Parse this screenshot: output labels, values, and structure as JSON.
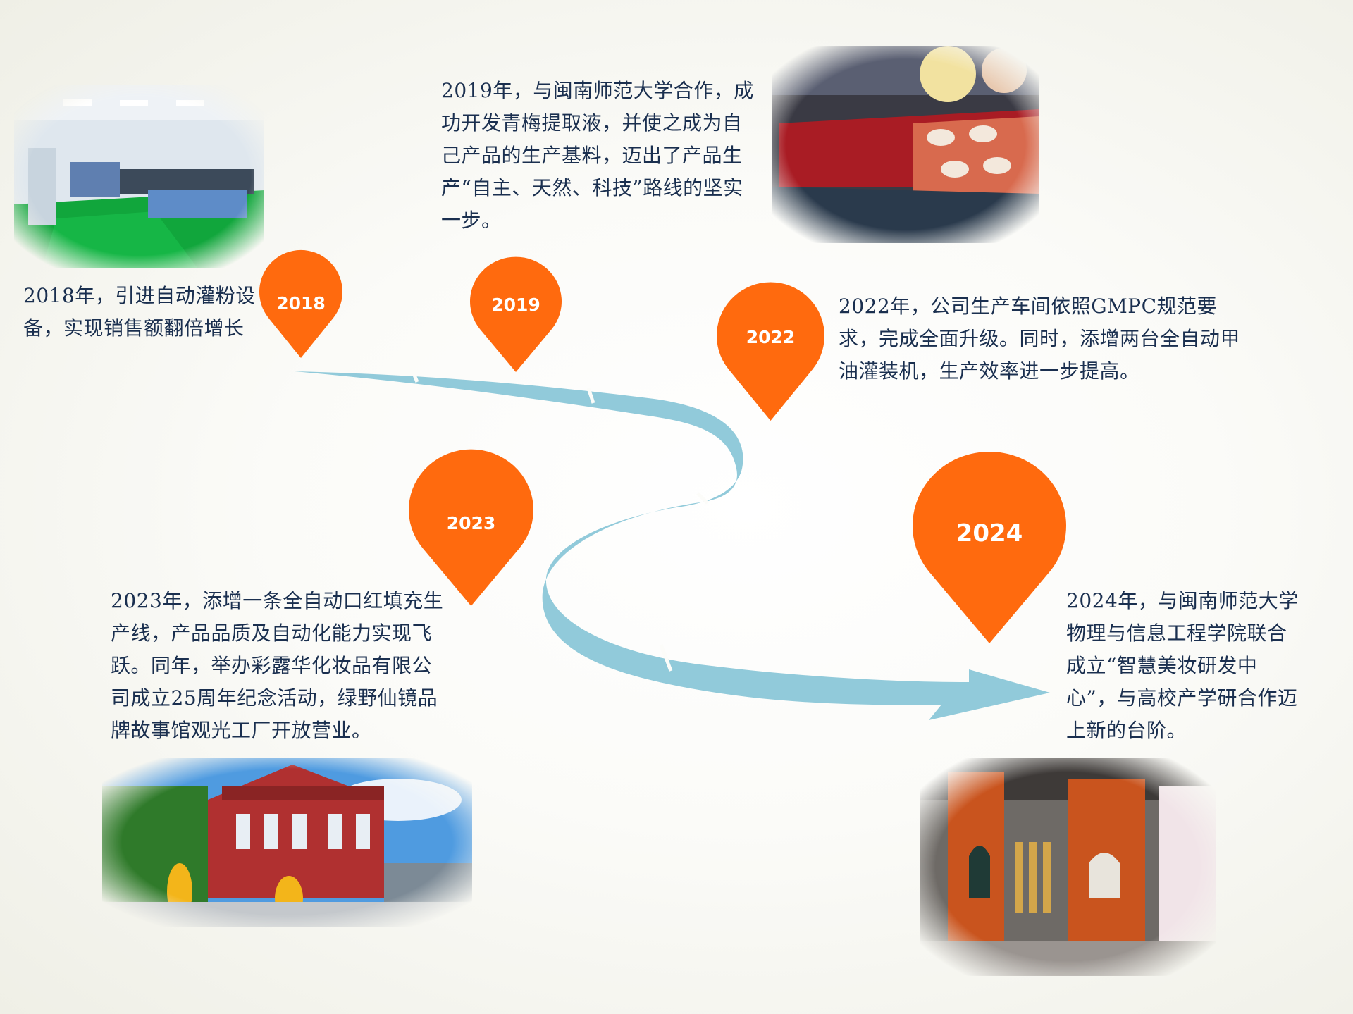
{
  "milestones": [
    {
      "year": "2018",
      "text": "2018年，引进自动灌粉设备，实现销售额翻倍增长"
    },
    {
      "year": "2019",
      "text": "2019年，与闽南师范大学合作，成功开发青梅提取液，并使之成为自己产品的生产基料，迈出了产品生产“自主、天然、科技”路线的坚实一步。"
    },
    {
      "year": "2022",
      "text": "2022年，公司生产车间依照GMPC规范要求，完成全面升级。同时，添增两台全自动甲油灌装机，生产效率进一步提高。"
    },
    {
      "year": "2023",
      "text": "2023年，添增一条全自动口红填充生产线，产品品质及自动化能力实现飞跃。同年，举办彩露华化妆品有限公司成立25周年纪念活动，绿野仙镜品牌故事馆观光工厂开放营业。"
    },
    {
      "year": "2024",
      "text": "2024年，与闽南师范大学物理与信息工程学院联合成立“智慧美妆研发中心”，与高校产学研合作迈上新的台阶。"
    }
  ],
  "colors": {
    "pin": "#ff6a0e",
    "road": "#91cada",
    "text": "#1a2f4f"
  },
  "photos": [
    "laboratory-photo",
    "cosmetics-display-photo",
    "factory-building-photo",
    "showroom-photo"
  ]
}
